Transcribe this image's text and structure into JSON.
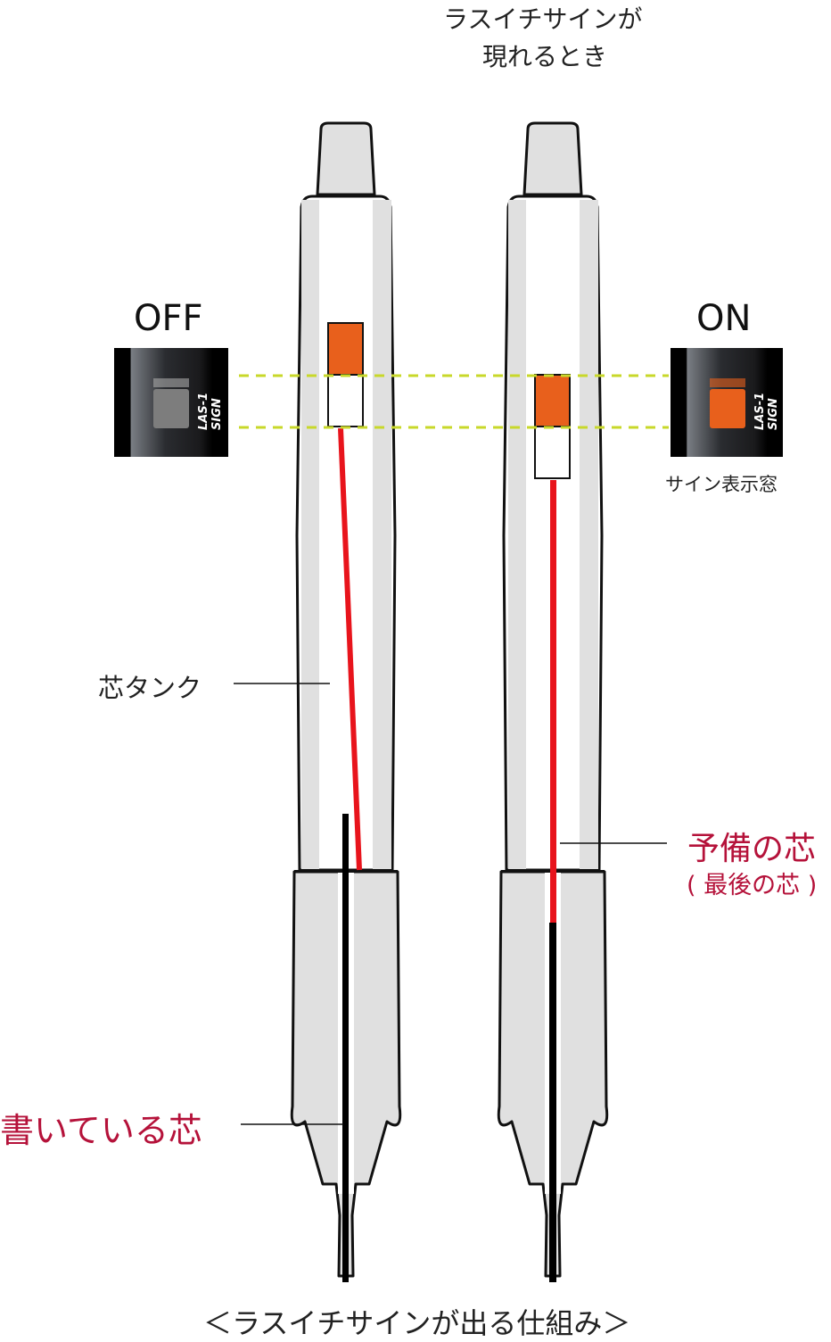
{
  "title_top": [
    "ラスイチサインが",
    "現れるとき"
  ],
  "state_off": "OFF",
  "state_on": "ON",
  "window_logo": [
    "LAS-1",
    "SIGN"
  ],
  "sign_window_label": "サイン表示窓",
  "lead_tank_label": "芯タンク",
  "spare_lead_label": "予備の芯",
  "spare_lead_sub": "( 最後の芯 )",
  "writing_lead_label": "書いている芯",
  "caption": "＜ラスイチサインが出る仕組み＞",
  "colors": {
    "accent_red": "#b5123a",
    "lead_red": "#e8141c",
    "sign_orange": "#e8601c",
    "guide_green": "#c8d82a",
    "body_gray": "#e0e0e0"
  }
}
